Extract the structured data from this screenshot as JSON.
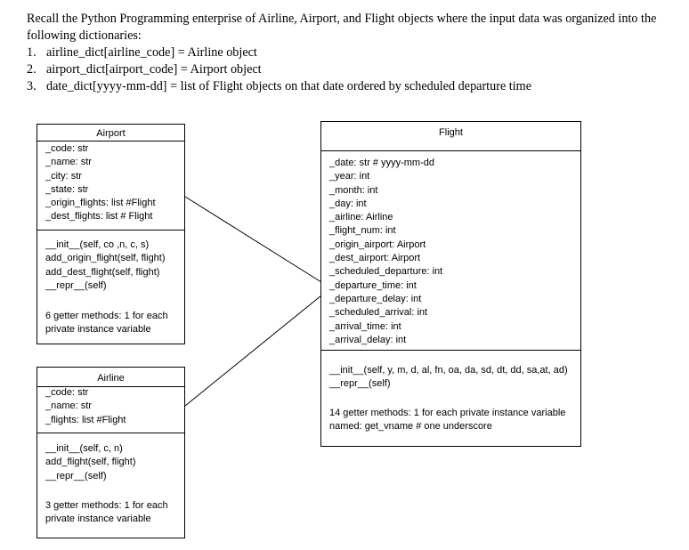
{
  "intro": {
    "paragraph": "Recall the Python Programming enterprise of Airline, Airport, and Flight objects where the input data was organized into the following dictionaries:",
    "items": [
      {
        "num": "1.",
        "text": "airline_dict[airline_code] = Airline object"
      },
      {
        "num": "2.",
        "text": "airport_dict[airport_code] = Airport object"
      },
      {
        "num": "3.",
        "text": "date_dict[yyyy-mm-dd] = list of Flight objects on that date ordered by scheduled departure time"
      }
    ]
  },
  "airport": {
    "title": "Airport",
    "attributes": [
      "_code: str",
      "_name: str",
      "_city: str",
      "_state: str",
      "_origin_flights: list #Flight",
      "_dest_flights: list   # Flight"
    ],
    "methods": [
      "__init__(self, co ,n, c, s)",
      "add_origin_flight(self, flight)",
      "add_dest_flight(self, flight)",
      "__repr__(self)"
    ],
    "note": "6 getter methods: 1 for each private instance variable"
  },
  "airline": {
    "title": "Airline",
    "attributes": [
      "_code: str",
      "_name: str",
      "_flights: list #Flight"
    ],
    "methods": [
      "__init__(self, c, n)",
      "add_flight(self, flight)",
      "__repr__(self)"
    ],
    "note": "3 getter methods: 1 for each private instance variable"
  },
  "flight": {
    "title": "Flight",
    "attributes": [
      "_date: str   # yyyy-mm-dd",
      "_year: int",
      "_month: int",
      "_day: int",
      "_airline: Airline",
      "_flight_num: int",
      "_origin_airport: Airport",
      "_dest_airport: Airport",
      "_scheduled_departure: int",
      "_departure_time: int",
      "_departure_delay: int",
      "_scheduled_arrival: int",
      "_arrival_time: int",
      "_arrival_delay: int"
    ],
    "methods": [
      "__init__(self, y, m, d, al, fn, oa, da, sd, dt, dd, sa,at, ad)",
      "__repr__(self)"
    ],
    "note": "14 getter methods: 1 for each private instance variable named: get_vname # one underscore"
  }
}
